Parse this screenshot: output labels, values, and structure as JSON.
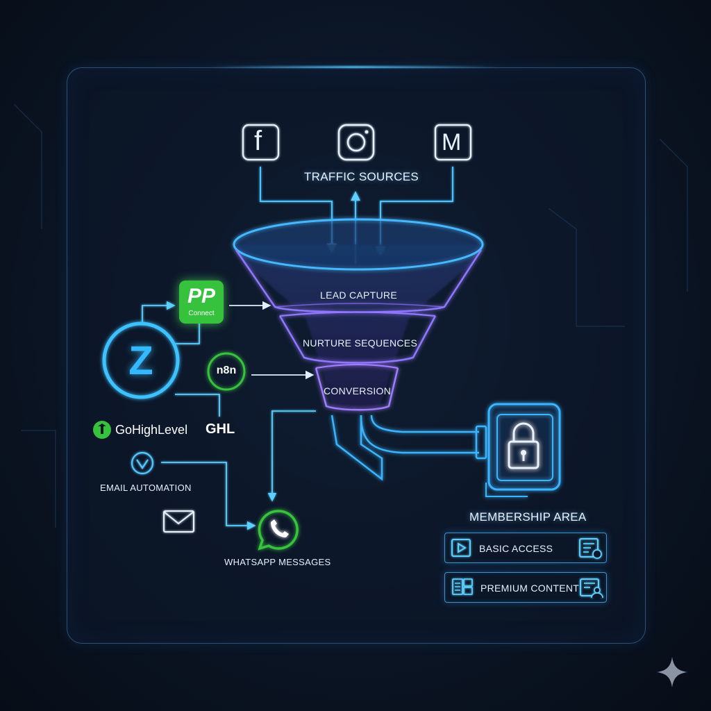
{
  "traffic": {
    "title": "TRAFFIC SOURCES",
    "icons": [
      "facebook-icon",
      "instagram-icon",
      "meta-ads-icon"
    ],
    "letters": {
      "facebook": "f",
      "meta": "M"
    }
  },
  "funnel": {
    "stages": [
      "LEAD CAPTURE",
      "NURTURE SEQUENCES",
      "CONVERSION"
    ]
  },
  "integrations": {
    "pabbly_letters": "PP",
    "pabbly_sub": "Connect",
    "zapier_letter": "Z",
    "n8n": "n8n",
    "gohighlevel": "GoHighLevel",
    "ghl": "GHL",
    "email_automation": "EMAIL AUTOMATION",
    "whatsapp": "WHATSAPP MESSAGES"
  },
  "membership": {
    "title": "MEMBERSHIP AREA",
    "basic": "BASIC ACCESS",
    "premium": "PREMIUM CONTENT"
  },
  "colors": {
    "cyan": "#3cc8ff",
    "purple": "#9b7bff",
    "green": "#37c23e",
    "background": "#0b1525"
  }
}
